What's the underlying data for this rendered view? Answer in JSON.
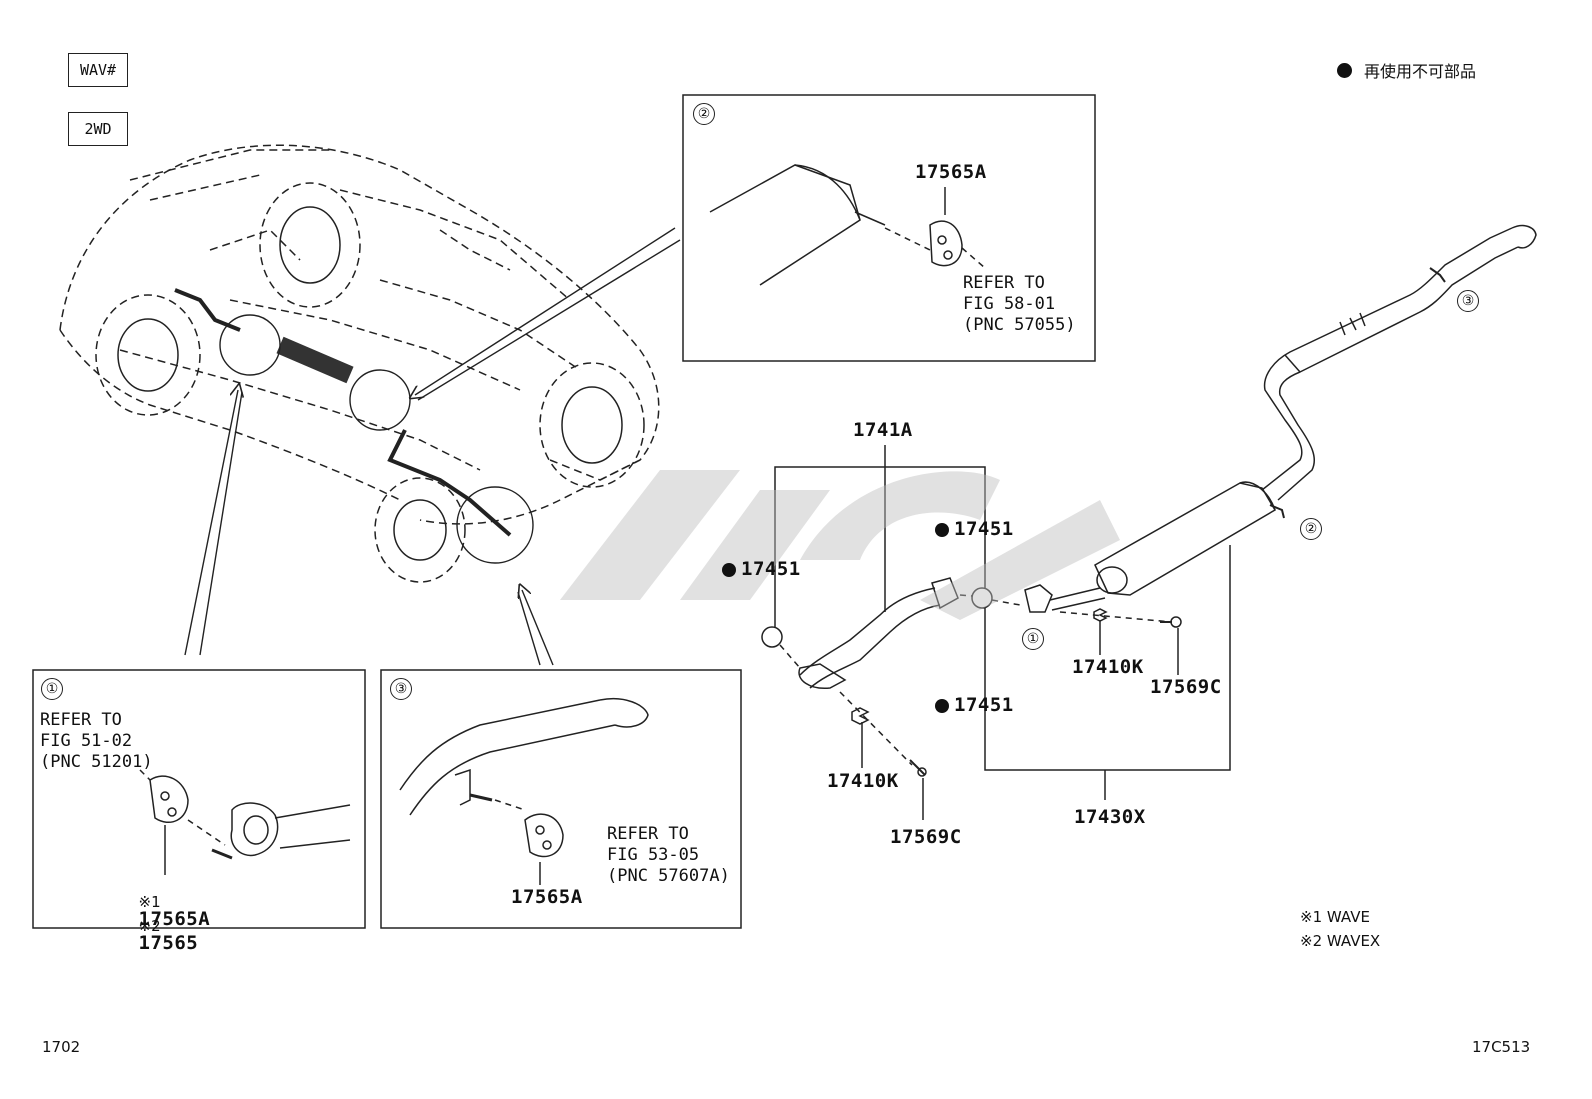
{
  "header": {
    "tag1": "WAV#",
    "tag2": "2WD",
    "legend_text": "再使用不可部品"
  },
  "callouts": {
    "c1": "①",
    "c2": "②",
    "c3": "③"
  },
  "box2": {
    "part": "17565A",
    "ref_lines": [
      "REFER TO",
      "FIG 58-01",
      "(PNC 57055)"
    ]
  },
  "box1": {
    "ref_lines": [
      "REFER TO",
      "FIG 51-02",
      "(PNC 51201)"
    ],
    "note1_mark": "※1",
    "note1_part": "17565A",
    "note2_mark": "※2",
    "note2_part": "17565"
  },
  "box3": {
    "ref_lines": [
      "REFER TO",
      "FIG 53-05",
      "(PNC 57607A)"
    ],
    "part": "17565A"
  },
  "parts": {
    "p1741A": "1741A",
    "p17451_a": "17451",
    "p17451_b": "17451",
    "p17451_c": "17451",
    "p17410K_a": "17410K",
    "p17569C_a": "17569C",
    "p17410K_b": "17410K",
    "p17569C_b": "17569C",
    "p17430X": "17430X"
  },
  "notes": {
    "n1": "※1 WAVE",
    "n2": "※2 WAVEX"
  },
  "footer": {
    "left": "1702",
    "right": "17C513"
  }
}
